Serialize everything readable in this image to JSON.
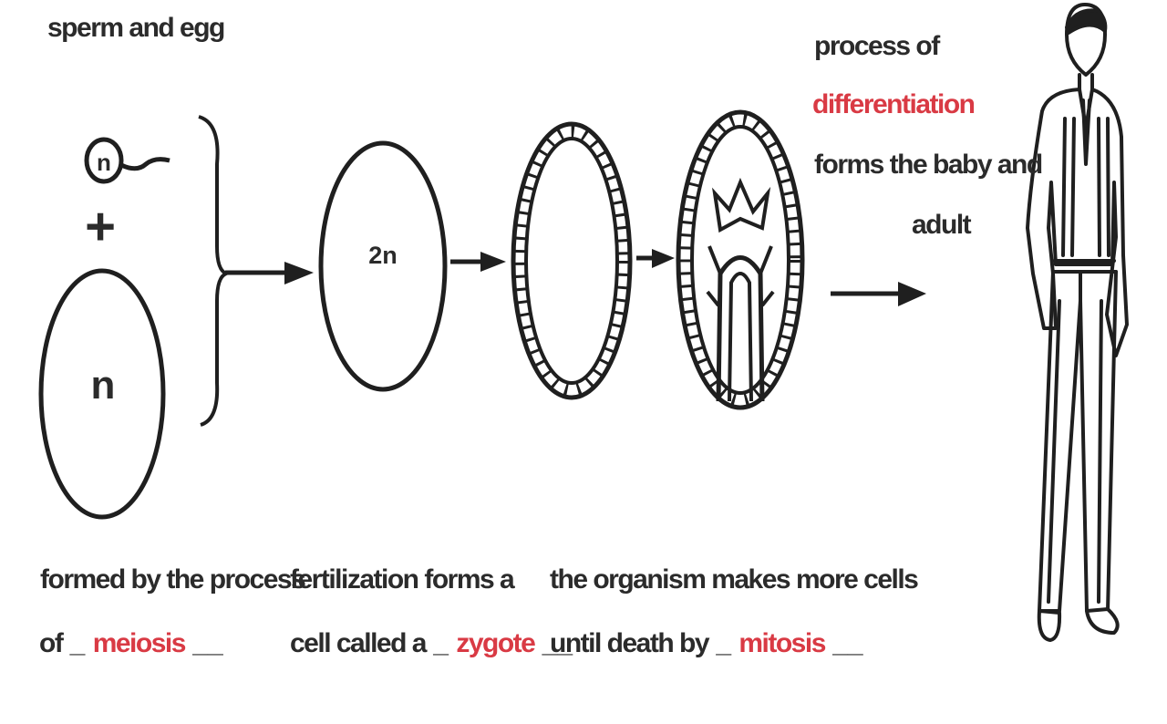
{
  "colors": {
    "ink": "#1f1f1f",
    "text": "#2b2b2b",
    "answer": "#d93a44",
    "background": "#ffffff"
  },
  "labels": {
    "top_left": "sperm and egg",
    "haploid_symbol_sperm": "n",
    "plus_sign": "+",
    "haploid_symbol_egg": "n",
    "diploid_symbol": "2n",
    "diff_line1": "process of",
    "diff_answer": "differentiation",
    "diff_line3": "forms the baby and",
    "diff_line4": "adult",
    "meiosis_line1": "formed by the process",
    "meiosis_prefix": "of",
    "meiosis_answer": "meiosis",
    "zygote_line1": "fertilization forms a",
    "zygote_prefix": "cell called a",
    "zygote_answer": "zygote",
    "mitosis_line1": "the organism makes more cells",
    "mitosis_prefix": "until death by",
    "mitosis_answer": "mitosis"
  },
  "icons": [
    "sperm-cell-icon",
    "egg-cell-icon",
    "zygote-cell-icon",
    "blastula-icon",
    "gastrula-icon",
    "adult-man-icon",
    "arrow-right-icon",
    "brace-icon"
  ]
}
